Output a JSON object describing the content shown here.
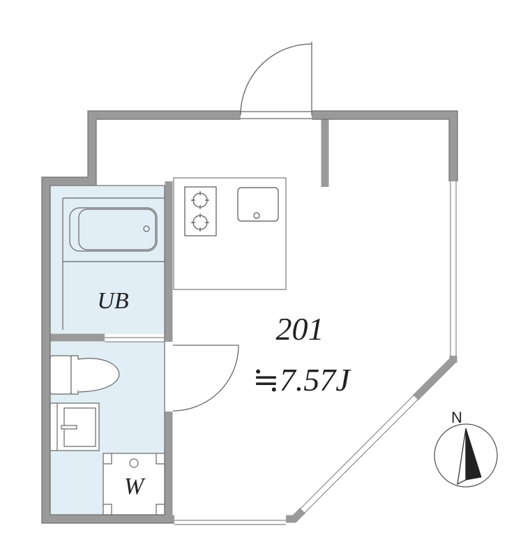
{
  "room": {
    "number": "201",
    "area": "≒7.57J"
  },
  "rooms": {
    "bath": "UB",
    "washer": "W"
  },
  "compass": {
    "label": "N"
  },
  "colors": {
    "wall": "#9a9a9a",
    "wet_area": "#e2eef6",
    "line": "#6e6e6e"
  }
}
